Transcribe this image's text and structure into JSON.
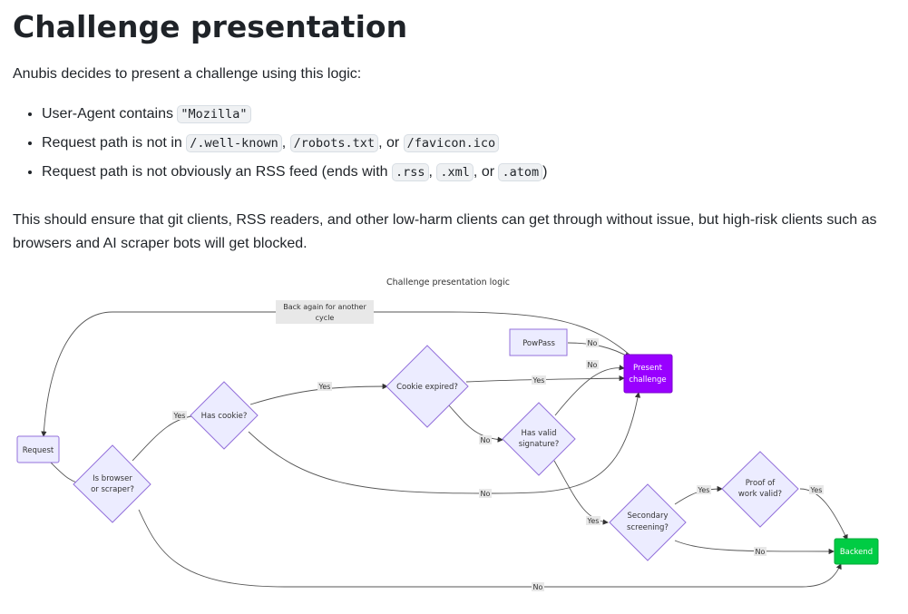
{
  "heading": "Challenge presentation",
  "intro": "Anubis decides to present a challenge using this logic:",
  "bullets": [
    {
      "parts": [
        {
          "t": "text",
          "v": "User-Agent contains "
        },
        {
          "t": "code",
          "v": "\"Mozilla\""
        }
      ]
    },
    {
      "parts": [
        {
          "t": "text",
          "v": "Request path is not in "
        },
        {
          "t": "code",
          "v": "/.well-known"
        },
        {
          "t": "text",
          "v": ", "
        },
        {
          "t": "code",
          "v": "/robots.txt"
        },
        {
          "t": "text",
          "v": ", or "
        },
        {
          "t": "code",
          "v": "/favicon.ico"
        }
      ]
    },
    {
      "parts": [
        {
          "t": "text",
          "v": "Request path is not obviously an RSS feed (ends with "
        },
        {
          "t": "code",
          "v": ".rss"
        },
        {
          "t": "text",
          "v": ", "
        },
        {
          "t": "code",
          "v": ".xml"
        },
        {
          "t": "text",
          "v": ", or "
        },
        {
          "t": "code",
          "v": ".atom"
        },
        {
          "t": "text",
          "v": ")"
        }
      ]
    }
  ],
  "paragraph": "This should ensure that git clients, RSS readers, and other low-harm clients can get through without issue, but high-risk clients such as browsers and AI scraper bots will get blocked.",
  "diagram": {
    "title": "Challenge presentation logic",
    "nodes": {
      "request": "Request",
      "is_browser": [
        "Is browser",
        "or scraper?"
      ],
      "has_cookie": "Has cookie?",
      "cookie_expired": "Cookie expired?",
      "has_valid_signature": [
        "Has valid",
        "signature?"
      ],
      "powpass": "PowPass",
      "present_challenge": [
        "Present",
        "challenge"
      ],
      "secondary_screening": [
        "Secondary",
        "screening?"
      ],
      "proof_of_work": [
        "Proof of",
        "work valid?"
      ],
      "backend": "Backend"
    },
    "edge_labels": {
      "back_again": [
        "Back again for another",
        "cycle"
      ],
      "yes": "Yes",
      "no": "No"
    },
    "colors": {
      "node_fill": "#ECECFF",
      "node_stroke": "#9370DB",
      "challenge_fill": "#9900FF",
      "backend_fill": "#00CC44"
    }
  }
}
